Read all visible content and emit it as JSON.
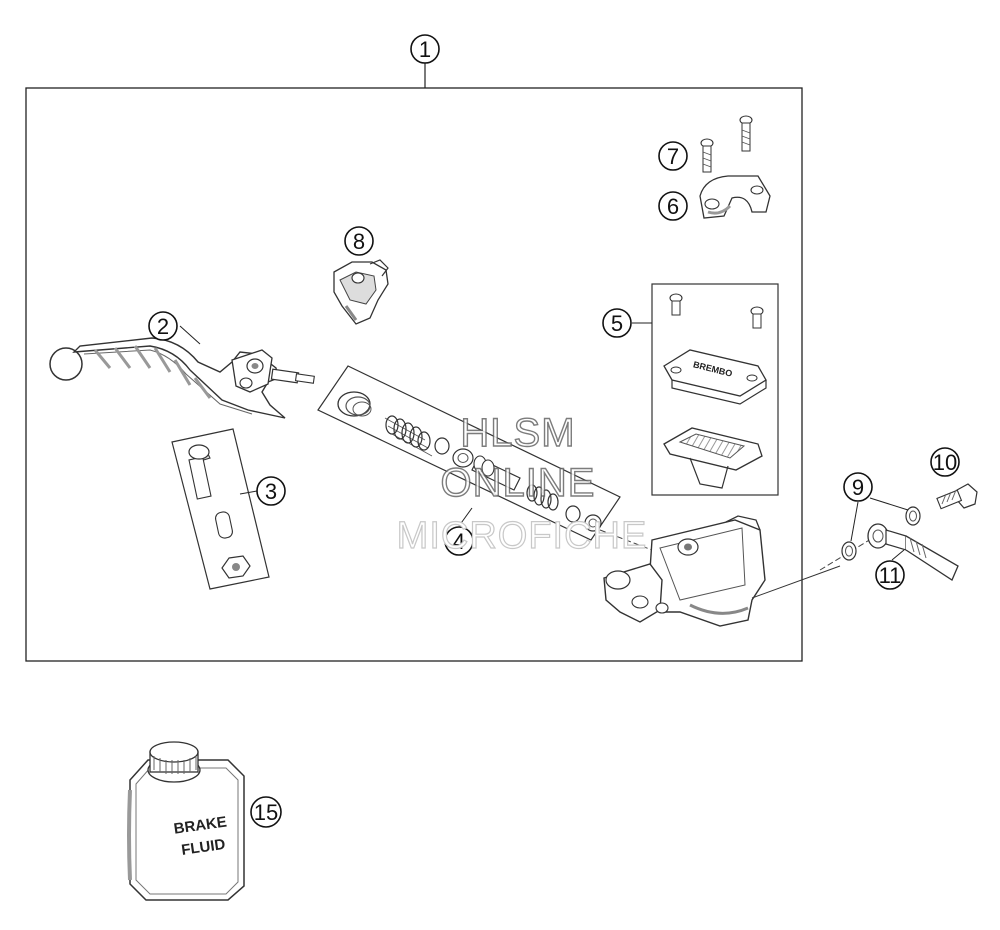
{
  "callouts": {
    "c1": "1",
    "c2": "2",
    "c3": "3",
    "c4": "4",
    "c5": "5",
    "c6": "6",
    "c7": "7",
    "c8": "8",
    "c9": "9",
    "c10": "10",
    "c11": "11",
    "c15": "15"
  },
  "watermark": {
    "line1": "HLSM",
    "line2": "ONLINE",
    "line3": "MICROFICHE"
  },
  "can_label": {
    "line1": "BRAKE",
    "line2": "FLUID"
  },
  "reservoir_cap_text": "BREMBO"
}
